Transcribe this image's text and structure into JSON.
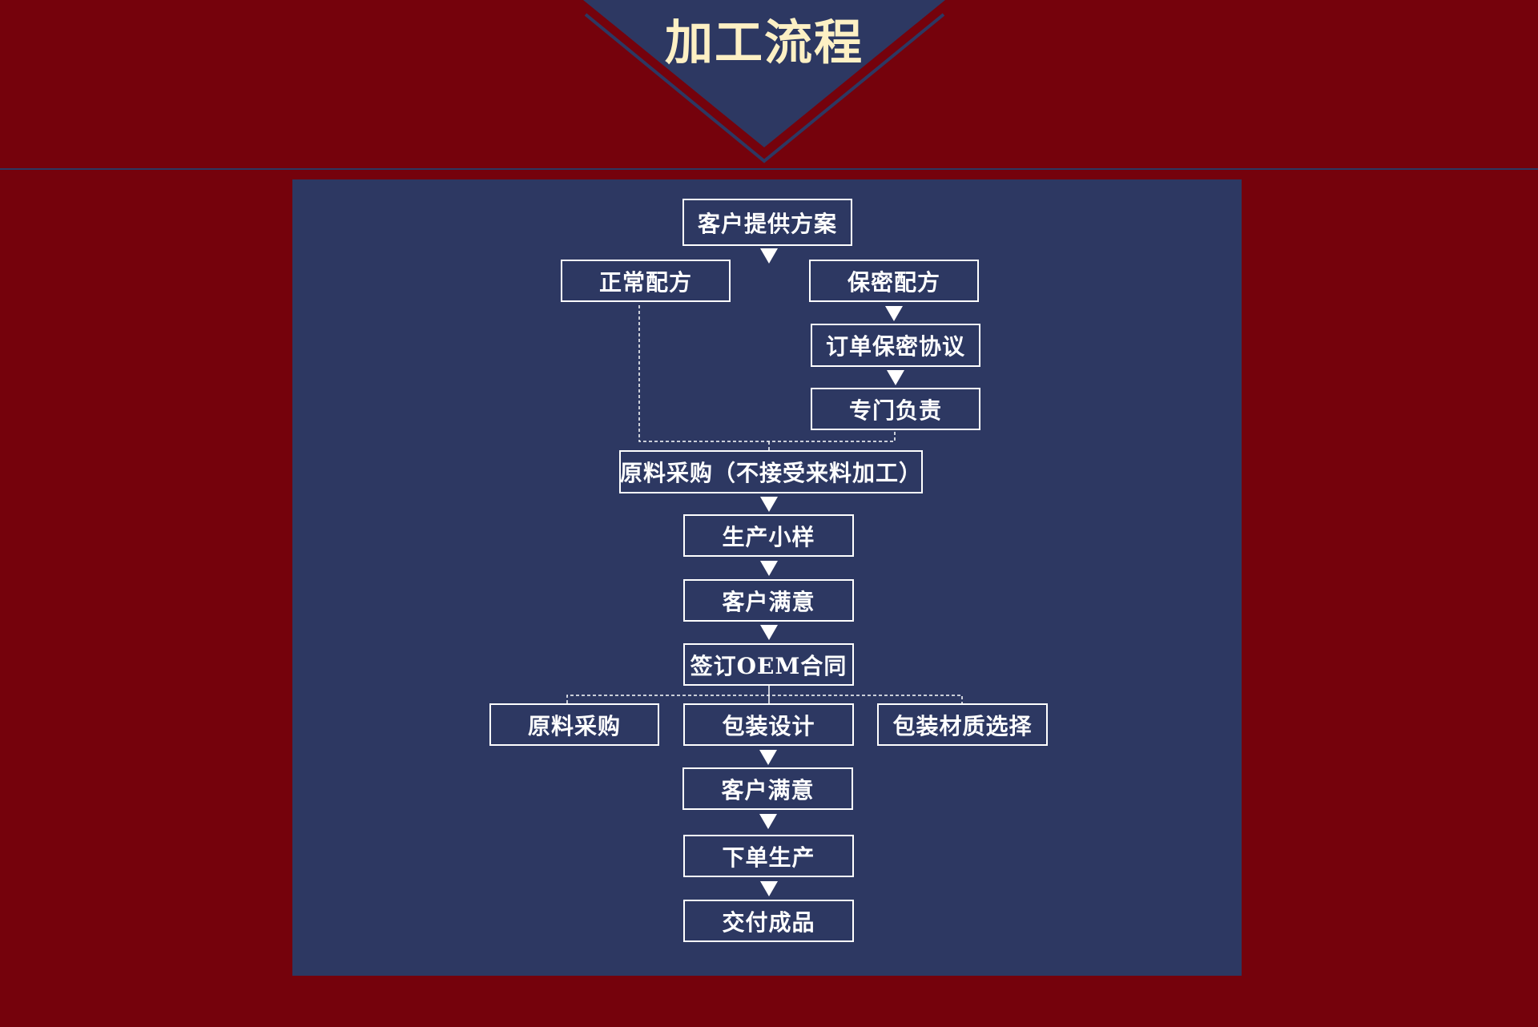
{
  "header": {
    "title": "加工流程"
  },
  "colors": {
    "background": "#75020c",
    "panel": "#2d3862",
    "title": "#fdf0c4",
    "box_border": "#ffffff"
  },
  "flow": {
    "step_customer_plan": "客户提供方案",
    "normal_formula": "正常配方",
    "secret_formula": "保密配方",
    "order_nda": "订单保密协议",
    "dedicated_staff": "专门负责",
    "material_purchase_note": "原料采购（不接受来料加工）",
    "sample_production": "生产小样",
    "customer_satisfied_1": "客户满意",
    "sign_oem_contract": "签订OEM合同",
    "material_purchase": "原料采购",
    "packaging_design": "包装设计",
    "packaging_material": "包装材质选择",
    "customer_satisfied_2": "客户满意",
    "place_order": "下单生产",
    "deliver_product": "交付成品"
  }
}
